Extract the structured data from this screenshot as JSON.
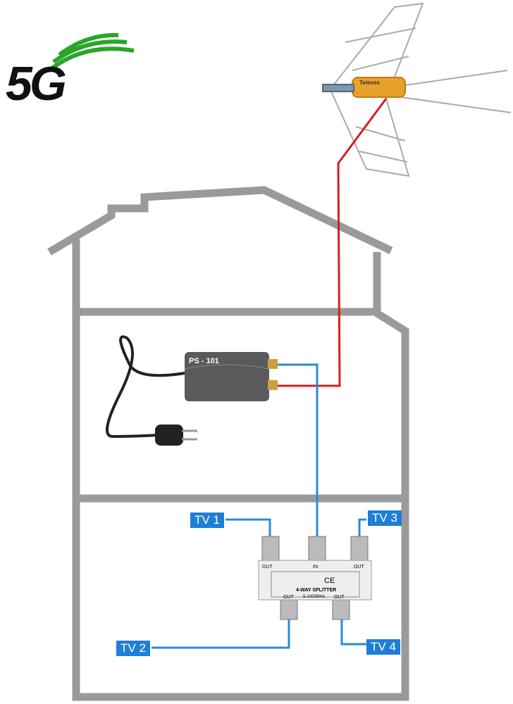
{
  "logo": {
    "text": "5G"
  },
  "antenna": {
    "brand": "Televes"
  },
  "amplifier": {
    "label": "PS - 101"
  },
  "splitter": {
    "title": "4-WAY SPLITTER",
    "range": "5-1000MHz",
    "in_label": "IN",
    "out_label": "OUT",
    "ce": "CE"
  },
  "tv_labels": [
    "TV 1",
    "TV 2",
    "TV 3",
    "TV 4"
  ],
  "colors": {
    "house": "#9a9a9a",
    "coax_blue": "#2a8ad8",
    "coax_red": "#d42020",
    "label_bg": "#1f7fd6",
    "logo_green": "#2aa52a"
  }
}
